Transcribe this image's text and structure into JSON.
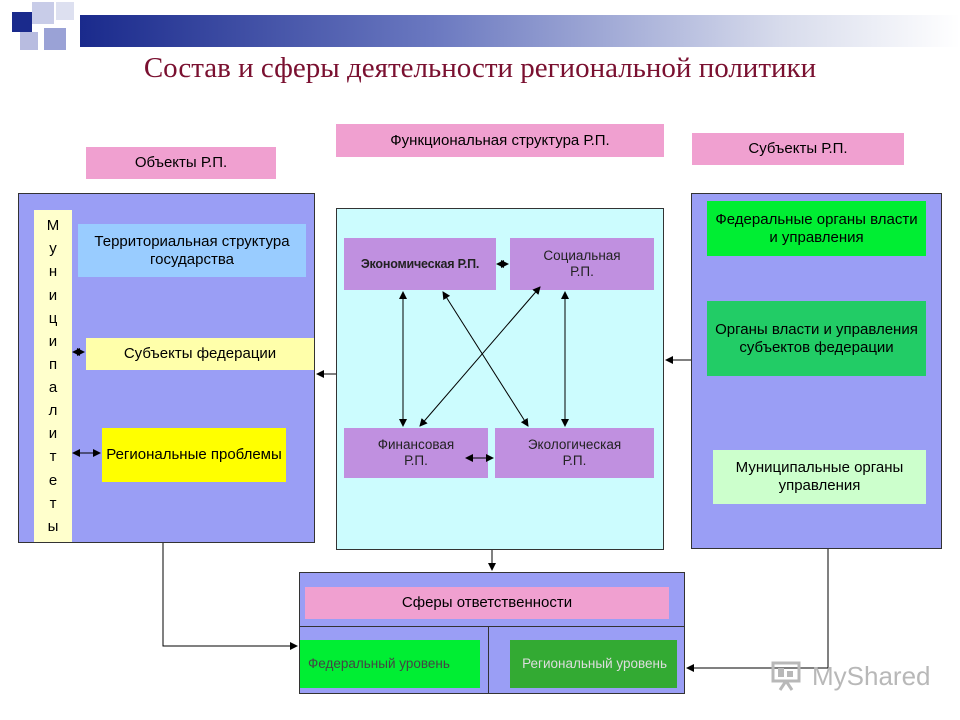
{
  "title": "Состав и сферы деятельности региональной политики",
  "headers": {
    "objects": "Объекты Р.П.",
    "functional": "Функциональная структура Р.П.",
    "subjects": "Субъекты Р.П."
  },
  "objects": {
    "vertical_label": "Муниципалитеты",
    "territorial": "Территориальная структура государства",
    "federation_subjects": "Субъекты федерации",
    "regional_problems": "Региональные проблемы"
  },
  "functional_nodes": {
    "economic": "Экономическая Р.П.",
    "social": "Социальная Р.П.",
    "financial": "Финансовая Р.П.",
    "ecological": "Экологическая Р.П."
  },
  "subjects": {
    "federal": "Федеральные органы власти и управления",
    "regional": "Органы власти и управления субъектов федерации",
    "municipal": "Муниципальные органы управления"
  },
  "responsibility": {
    "title": "Сферы ответственности",
    "federal_level": "Федеральный уровень",
    "regional_level": "Региональный уровень"
  },
  "watermark": "MyShared",
  "colors": {
    "title": "#7a1030",
    "pink": "#f0a0d0",
    "purple_panel": "#9a9ef5",
    "cyan_panel": "#ccfcfe",
    "light_blue": "#99ccff",
    "light_yellow": "#ffffaa",
    "yellow": "#ffff00",
    "node_purple": "#c090e0",
    "bright_green": "#00ee33",
    "medium_green": "#22cc66",
    "pale_green": "#ccffcc",
    "dark_green": "#33aa33"
  }
}
